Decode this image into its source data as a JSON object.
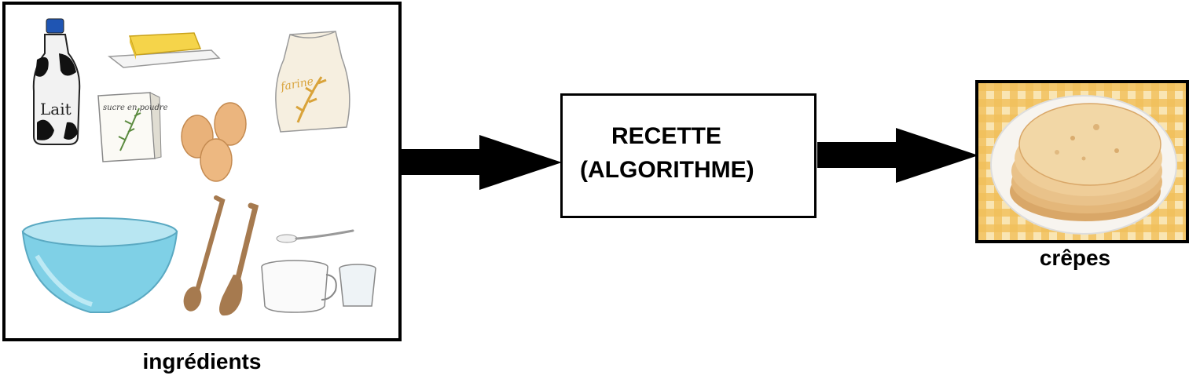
{
  "ingredients": {
    "caption": "ingrédients",
    "milk_label": "Lait",
    "sugar_label": "sucre en poudre",
    "flour_label": "farine"
  },
  "recipe": {
    "line1": "RECETTE",
    "line2": "(ALGORITHME)"
  },
  "output": {
    "caption": "crêpes"
  },
  "colors": {
    "border": "#000000",
    "bowl": "#7fd0e6",
    "butter": "#f5d44a",
    "egg": "#e9b27a",
    "wood": "#a67a4f",
    "tablecloth": "#f4c86a",
    "crepe": "#e8c089"
  }
}
